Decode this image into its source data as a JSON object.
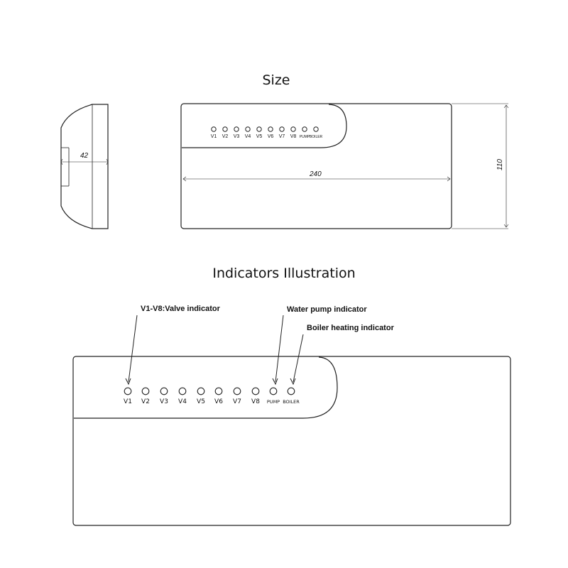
{
  "size_section": {
    "title": "Size",
    "dim_depth": "42",
    "dim_width": "240",
    "dim_height": "110",
    "led_labels": [
      "V1",
      "V2",
      "V3",
      "V4",
      "V5",
      "V6",
      "V7",
      "V8",
      "PUMP",
      "BOILER"
    ]
  },
  "indicators_section": {
    "title": "Indicators Illustration",
    "callouts": {
      "valve": "V1-V8:Valve indicator",
      "pump": "Water pump indicator",
      "boiler": "Boiler heating indicator"
    },
    "led_labels": [
      "V1",
      "V2",
      "V3",
      "V4",
      "V5",
      "V6",
      "V7",
      "V8",
      "PUMP",
      "BOILER"
    ]
  }
}
